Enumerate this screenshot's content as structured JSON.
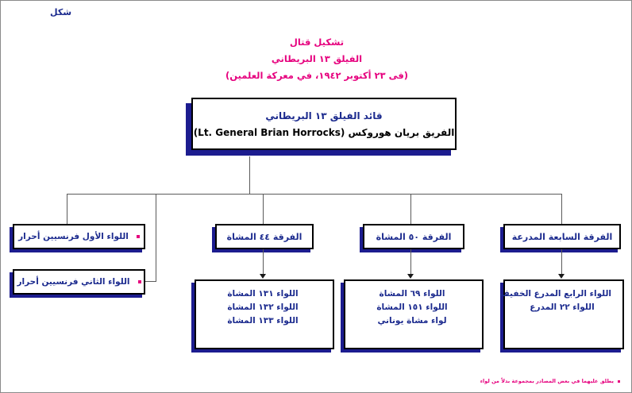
{
  "figure_label": "شكل",
  "title": {
    "line1": "تشكيل قتال",
    "line2": "الفيلق ١٣ البريطاني",
    "line3": "(فى ٢٣ أكتوبر ١٩٤٢، في معركة العلمين)",
    "color": "#e6007e"
  },
  "commander": {
    "role": "قائد الفيلق ١٣ البريطاني",
    "name": "الفريق بريان هوروكس (Lt. General Brian Horrocks)"
  },
  "french_brigades": [
    {
      "bullet": "square-bullet",
      "label": "اللواء الأول فرنسيين أحرار"
    },
    {
      "bullet": "square-bullet",
      "label": "اللواء الثاني فرنسيين أحرار"
    }
  ],
  "divisions": [
    {
      "header": "الفرقة ٤٤ المشاة",
      "units": [
        "اللواء ١٣١ المشاة",
        "اللواء ١٣٢ المشاة",
        "اللواء ١٣٣ المشاة"
      ]
    },
    {
      "header": "الفرقة ٥٠ المشاة",
      "units": [
        "اللواء ٦٩ المشاة",
        "اللواء ١٥١ المشاة",
        "لواء مشاة يوناني"
      ]
    },
    {
      "header": "الفرقة السابعة المدرعة",
      "units": [
        "اللواء الرابع المدرع الخفيف",
        "اللواء ٢٢ المدرع"
      ]
    }
  ],
  "footnote": {
    "bullet": "square-bullet",
    "text": "يطلق عليهما في بعض المصادر بمجموعة بدلاً من لواء"
  },
  "colors": {
    "text_blue": "#1b2a8e",
    "accent_pink": "#e6007e",
    "shadow_navy": "#1c1c8f",
    "connector_gray": "#5a5a5a",
    "border_black": "#000000"
  }
}
